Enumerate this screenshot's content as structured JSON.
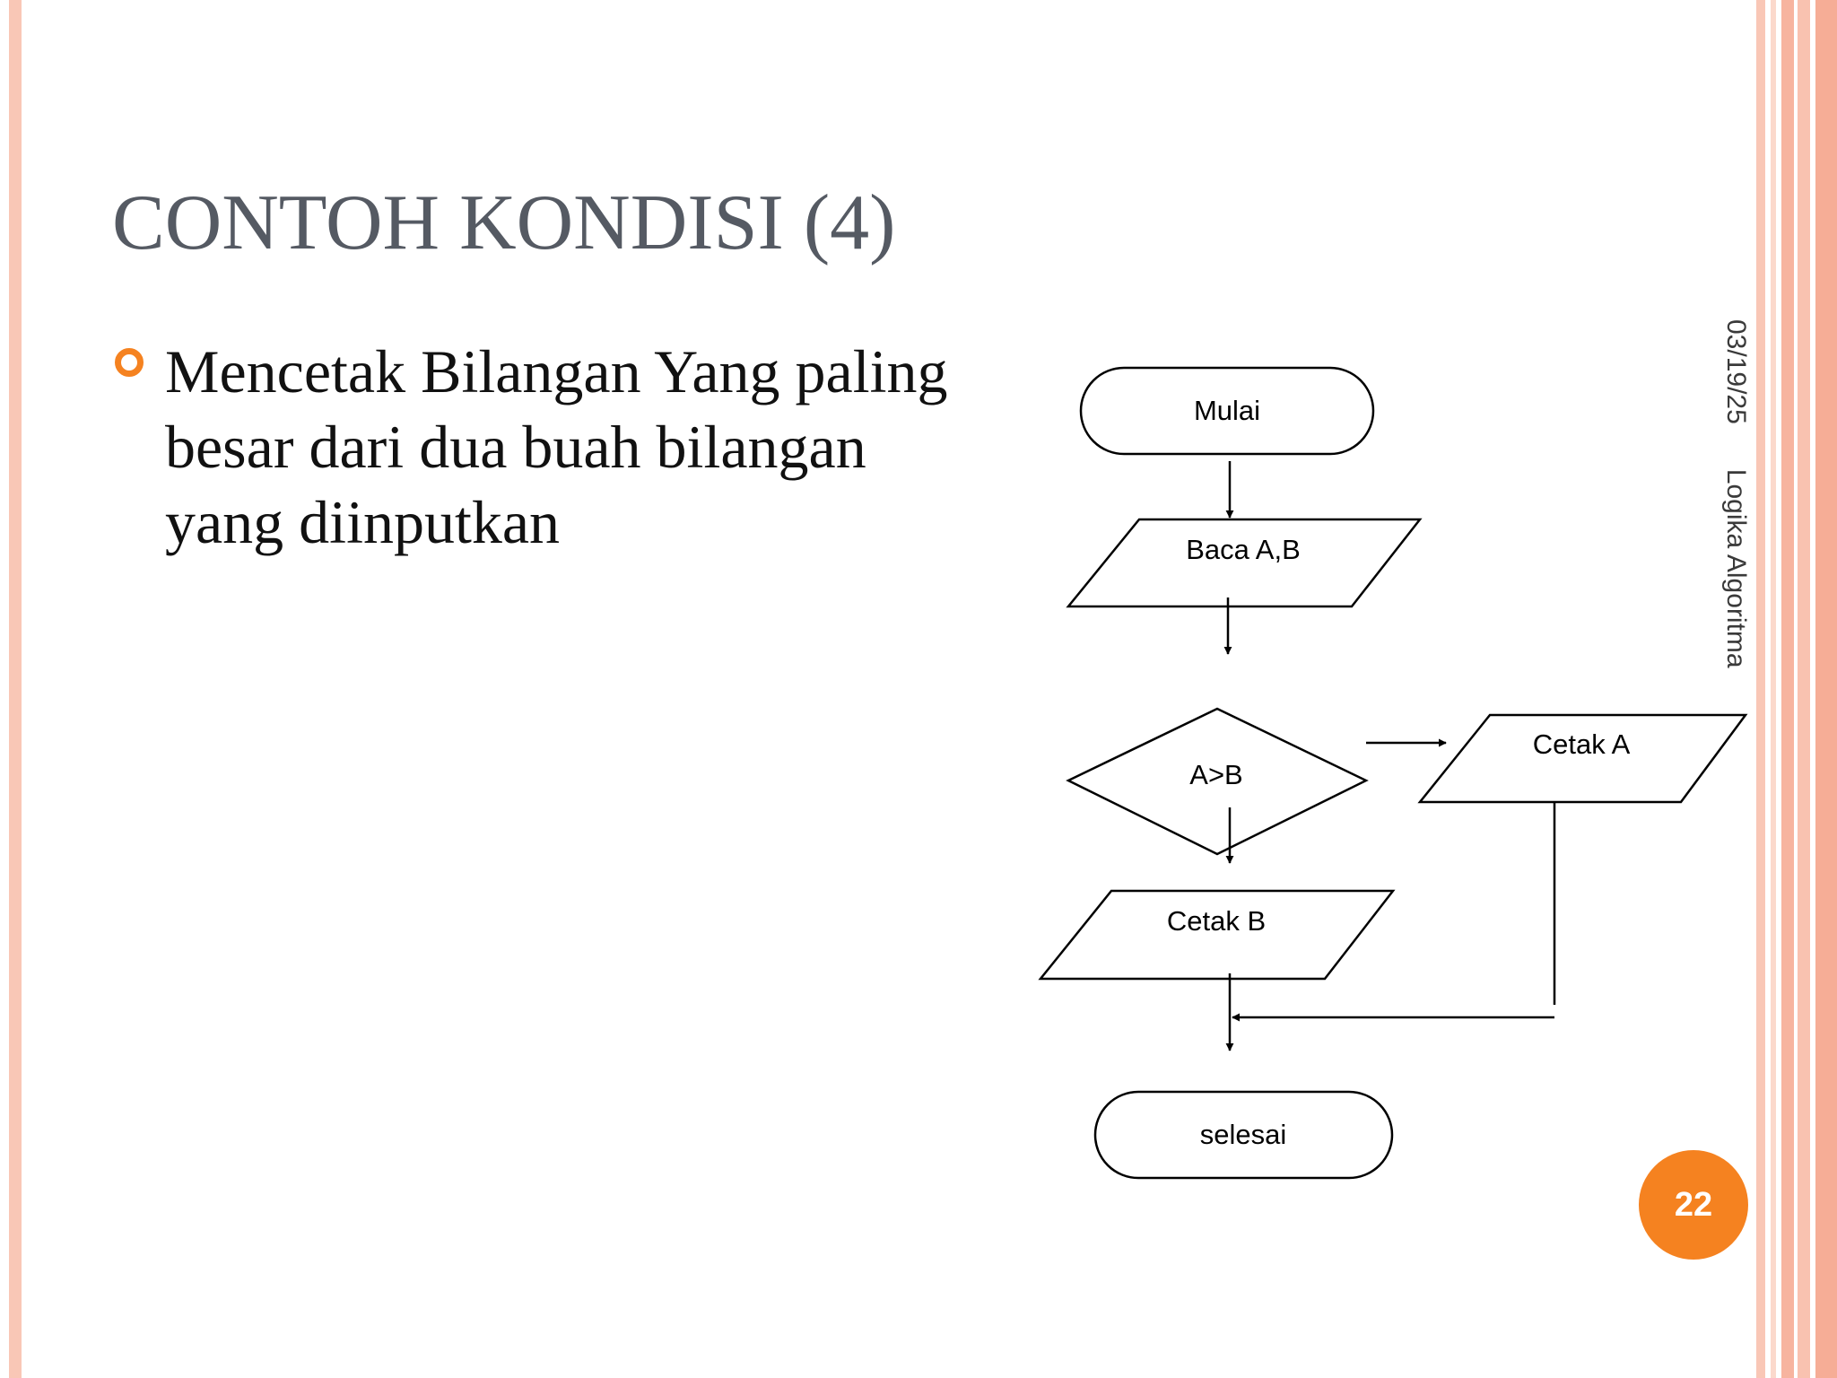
{
  "slide": {
    "title": "CONTOH KONDISI (4)",
    "bullet": "Mencetak Bilangan Yang paling besar dari dua buah bilangan yang diinputkan",
    "date": "03/19/25",
    "footer_text": "Logika Algoritma",
    "page_number": "22"
  },
  "theme": {
    "accent": "#f58220",
    "stripe_light": "#fbd3c4",
    "stripe_mid": "#f8b9a5",
    "title_color": "#555a63"
  },
  "flowchart": {
    "start": "Mulai",
    "input": "Baca A,B",
    "decision": "A>B",
    "output_true": "Cetak A",
    "output_false": "Cetak B",
    "end": "selesai"
  }
}
